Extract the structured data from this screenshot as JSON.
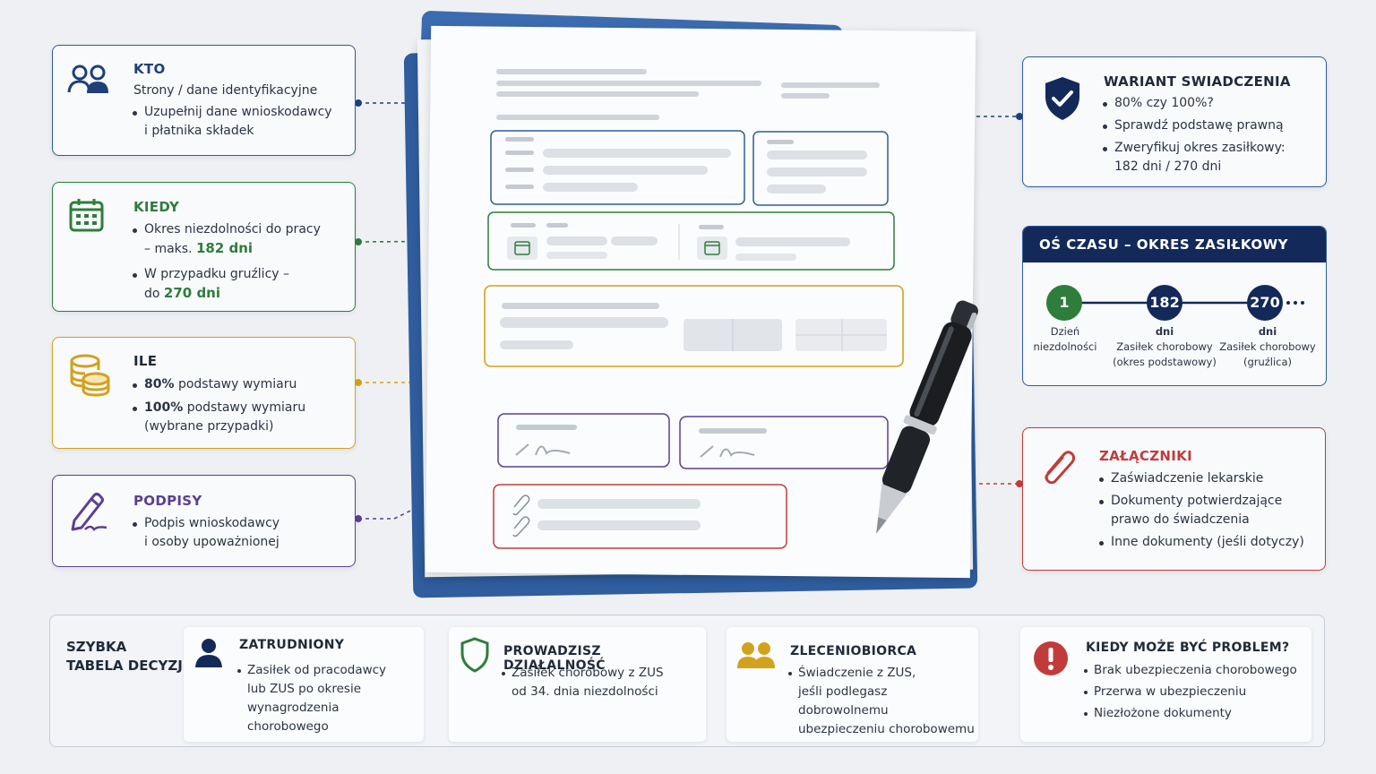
{
  "colors": {
    "navy": "#13295a",
    "blue": "#2f5b9a",
    "green": "#2e7d3b",
    "gold": "#d3a11b",
    "purple": "#5b3f94",
    "red": "#c23b3b"
  },
  "kto": {
    "title": "KTO",
    "subtitle": "Strony / dane identyfikacyjne",
    "items": [
      {
        "line1": "Uzupełnij dane wnioskodawcy",
        "line2": "i płatnika składek"
      }
    ],
    "icon": "people-icon"
  },
  "kiedy": {
    "title": "KIEDY",
    "icon": "calendar-icon",
    "items": [
      {
        "line1": "Okres niezdolności do pracy",
        "line2_prefix": "– maks.",
        "line2_value": "182 dni"
      },
      {
        "line1": "W przypadku gruźlicy –",
        "line2_prefix": "do",
        "line2_value": "270 dni"
      }
    ]
  },
  "ile": {
    "title": "ILE",
    "icon": "coins-icon",
    "items": [
      {
        "bold": "80%",
        "rest": "podstawy wymiaru"
      },
      {
        "bold": "100%",
        "rest": "podstawy wymiaru",
        "line2": "(wybrane przypadki)"
      }
    ]
  },
  "podpisy": {
    "title": "PODPISY",
    "icon": "pen-signature-icon",
    "items": [
      {
        "line1": "Podpis wnioskodawcy",
        "line2": "i osoby upoważnionej"
      }
    ]
  },
  "wariant": {
    "title": "WARIANT SWIADCZENIA",
    "icon": "shield-check-icon",
    "items": [
      {
        "line1": "80% czy 100%?"
      },
      {
        "line1": "Sprawdź podstawę prawną"
      },
      {
        "line1": "Zweryfikuj okres zasiłkowy:",
        "line2": "182 dni / 270 dni"
      }
    ]
  },
  "timeline": {
    "title": "OŚ CZASU – OKRES ZASIŁKOWY",
    "nodes": [
      {
        "value": "1",
        "label1": "Dzień",
        "label2": "niezdolności",
        "label3": ""
      },
      {
        "value": "182",
        "label1": "dni",
        "label2": "Zasiłek chorobowy",
        "label3": "(okres podstawowy)"
      },
      {
        "value": "270",
        "label1": "dni",
        "label2": "Zasiłek chorobowy",
        "label3": "(gruźlica)"
      }
    ]
  },
  "zalaczniki": {
    "title": "ZAŁĄCZNIKI",
    "icon": "paperclip-icon",
    "items": [
      {
        "line1": "Zaświadczenie lekarskie"
      },
      {
        "line1": "Dokumenty potwierdzające",
        "line2": "prawo do świadczenia"
      },
      {
        "line1": "Inne dokumenty (jeśli dotyczy)"
      }
    ]
  },
  "decision_table": {
    "title_line1": "SZYBKA",
    "title_line2": "TABELA DECYZJI",
    "cells": [
      {
        "title": "ZATRUDNIONY",
        "icon": "person-icon",
        "items": [
          {
            "line1": "Zasiłek od pracodawcy",
            "line2": "lub ZUS po okresie",
            "line3": "wynagrodzenia chorobowego"
          }
        ]
      },
      {
        "title": "PROWADZISZ DZIAŁALNOŚĆ",
        "icon": "shield-outline-icon",
        "items": [
          {
            "line1": "Zasiłek chorobowy z ZUS",
            "line2": "od 34. dnia niezdolności"
          }
        ]
      },
      {
        "title": "ZLECENIOBIORCA",
        "icon": "people-group-icon",
        "items": [
          {
            "line1": "Świadczenie z ZUS,",
            "line2": "jeśli podlegasz dobrowolnemu",
            "line3": "ubezpieczeniu chorobowemu"
          }
        ]
      },
      {
        "title": "KIEDY MOŻE BYĆ PROBLEM?",
        "icon": "alert-icon",
        "items": [
          {
            "line1": "Brak ubezpieczenia chorobowego"
          },
          {
            "line1": "Przerwa w ubezpieczeniu"
          },
          {
            "line1": "Niezłożone dokumenty"
          }
        ]
      }
    ]
  }
}
